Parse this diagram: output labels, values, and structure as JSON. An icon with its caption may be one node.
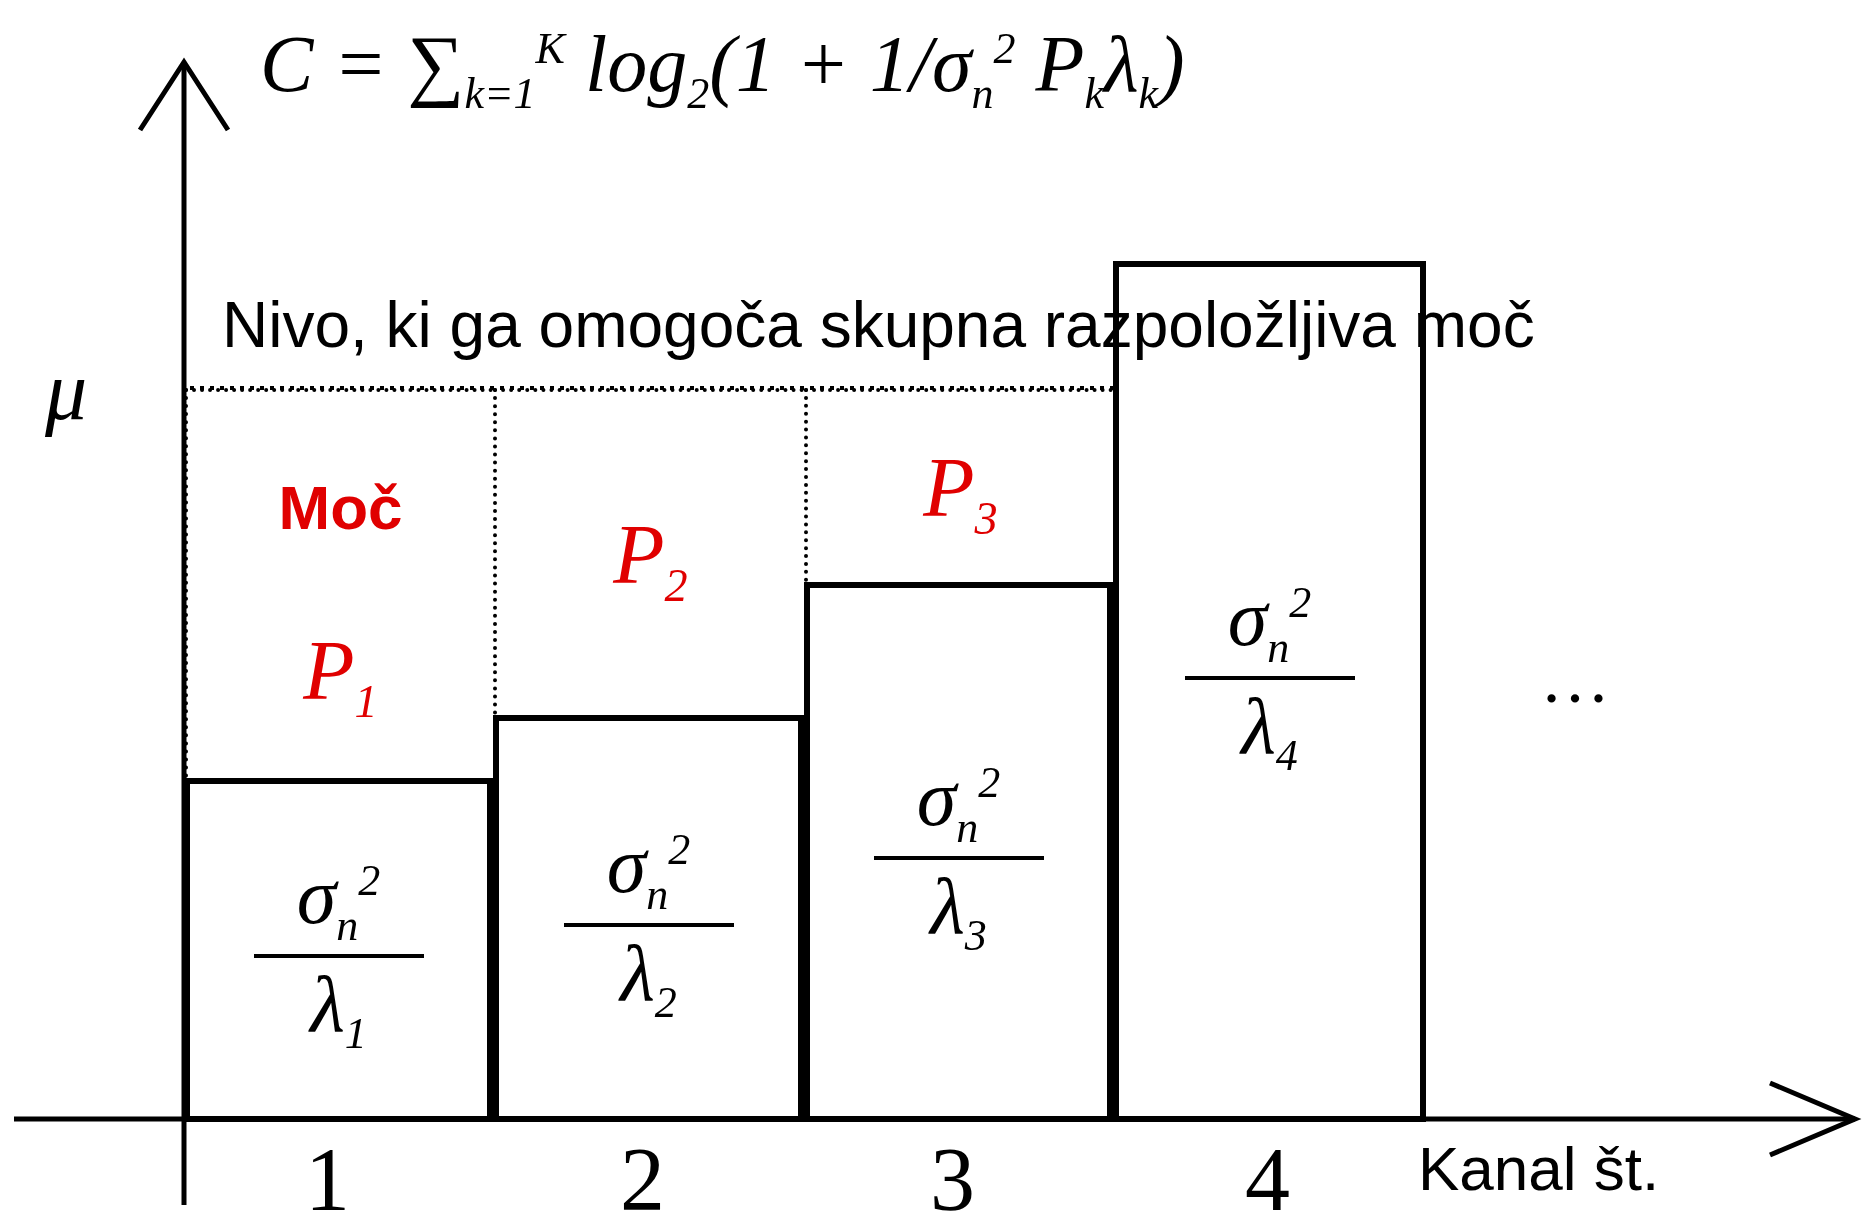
{
  "diagram": {
    "nodes": [
      {
        "text": [
          "σ$_{n}$$^{2}$",
          "λ$_{1}$"
        ]
      },
      {
        "text": [
          "σ$_{n}$$^{2}$",
          "λ$_{2}$"
        ]
      },
      {
        "text": [
          "σ$_{n}$$^{2}$",
          "λ$_{3}$"
        ]
      },
      {
        "text": [
          "σ$_{n}$$^{2}$",
          "λ$_{4}$"
        ]
      },
      {
        "text": [
          "Moč",
          "P$_{1}$"
        ]
      },
      {
        "text": [
          "P$_{2}$"
        ]
      },
      {
        "text": [
          "P$_{3}$"
        ]
      }
    ],
    "edges": [],
    "labels": [
      "C = ∑$_{k=1}$$^{K}$ log$_{2}$(1 + 1/σ$_{n}$$^{2}$ P$_{k}$λ$_{k}$)",
      "Nivo, ki ga omogoča skupna razpoložljiva moč",
      "μ",
      "…",
      "1",
      "2",
      "3",
      "4",
      "Kanal št."
    ]
  }
}
